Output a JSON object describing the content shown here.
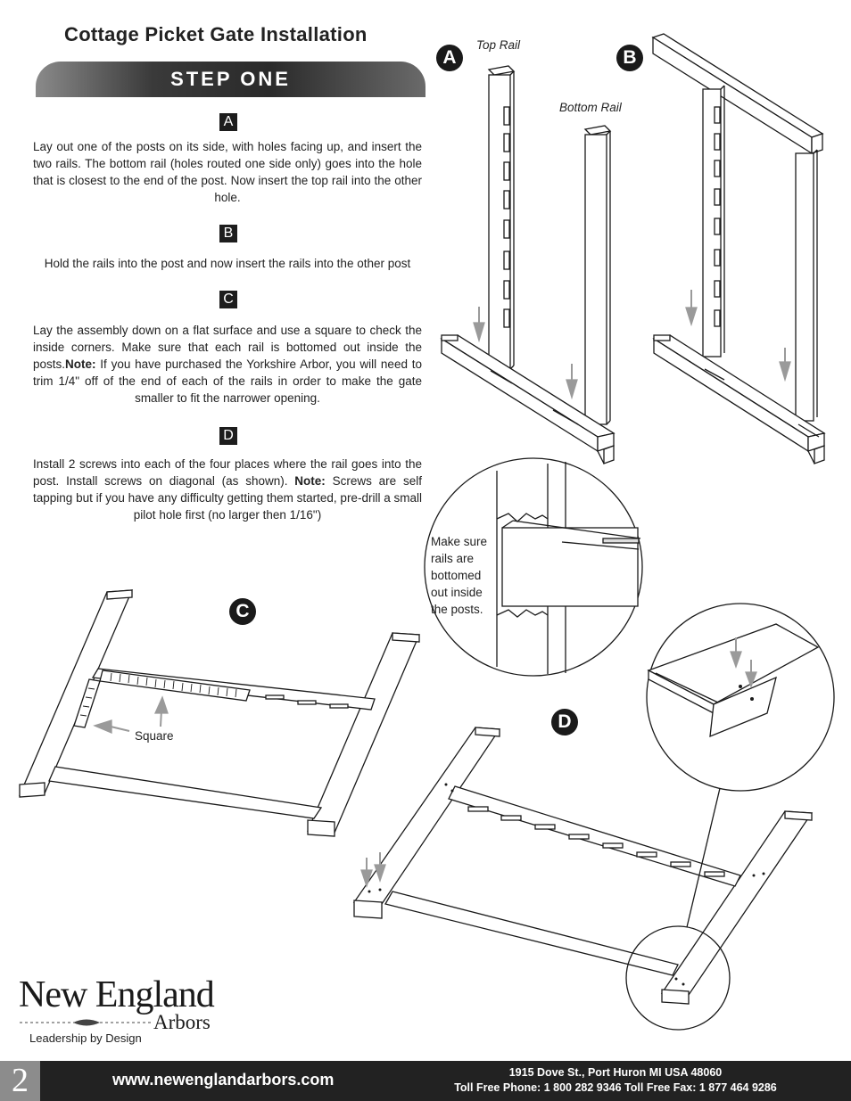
{
  "header": {
    "title": "Cottage Picket Gate Installation",
    "step": "STEP ONE"
  },
  "sections": [
    {
      "letter": "A",
      "text": "Lay out one of the posts on its side, with holes facing up, and insert the two rails.  The bottom rail (holes routed one side only) goes into the hole that is closest to the end of the post.  Now insert the top rail into the other hole."
    },
    {
      "letter": "B",
      "text": "Hold the rails into the post and now insert the rails into the other post"
    },
    {
      "letter": "C",
      "text_before": "Lay the assembly down on a flat surface and use a square to check the inside corners. Make sure that each rail is bottomed out inside the posts.",
      "note_label": "Note:",
      "text_after": " If you have purchased the Yorkshire Arbor, you will need to trim 1/4\" off of the end of each of the rails in order to make the gate smaller to fit the narrower opening."
    },
    {
      "letter": "D",
      "text_before": "Install 2 screws into each of the four places where the rail goes into the post. Install screws on diagonal (as shown). ",
      "note_label": "Note:",
      "text_after": " Screws are self tapping but if you have any difficulty getting them started, pre-drill a small pilot hole first (no larger then 1/16\")"
    }
  ],
  "figures": {
    "label_a": "A",
    "label_b": "B",
    "label_c": "C",
    "label_d": "D",
    "top_rail": "Top Rail",
    "bottom_rail": "Bottom Rail",
    "square": "Square",
    "bottomed_note_lines": [
      "Make sure",
      "rails are",
      "bottomed",
      "out inside",
      "the posts."
    ]
  },
  "logo": {
    "name": "New England",
    "sub": "Arbors",
    "tagline": "Leadership by Design"
  },
  "footer": {
    "page": "2",
    "url": "www.newenglandarbors.com",
    "address": "1915 Dove St., Port Huron MI  USA  48060",
    "phone": "Toll Free Phone:  1 800 282 9346  Toll Free Fax:  1 877 464 9286"
  }
}
